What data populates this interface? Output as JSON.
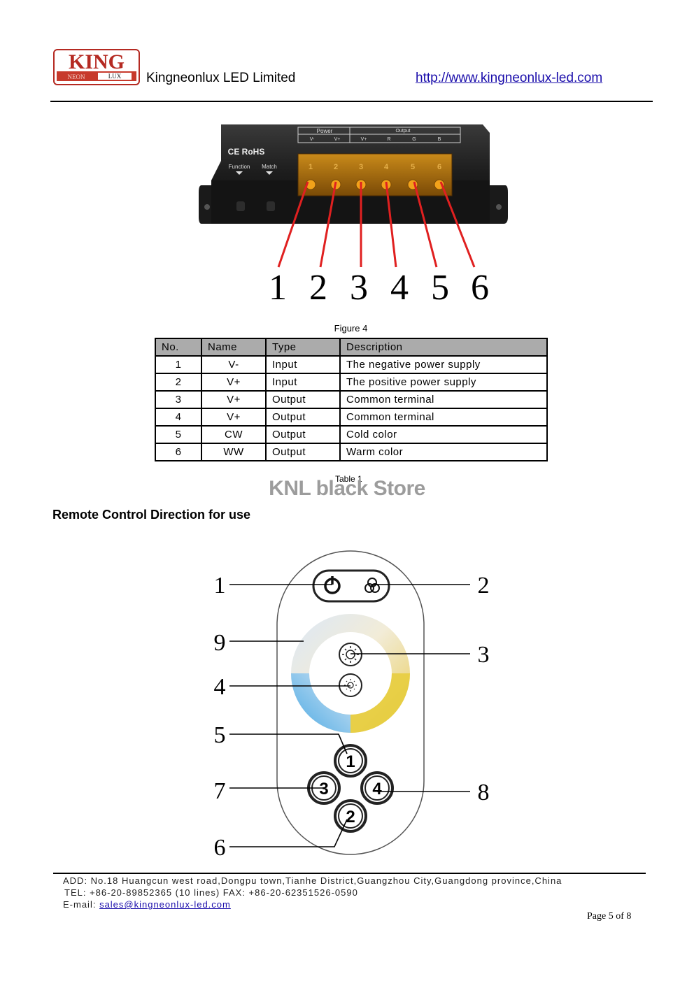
{
  "header": {
    "logo_text": "KING",
    "logo_sub_left": "NEON",
    "logo_sub_right": "LUX",
    "company": "Kingneonlux LED Limited",
    "website": "http://www.kingneonlux-led.com"
  },
  "figure4": {
    "caption": "Figure 4",
    "cert_label": "CE RoHS",
    "function_label": "Function",
    "match_label": "Match",
    "power_label": "Power",
    "output_label": "Output",
    "terminal_labels": [
      "V-",
      "V+",
      "V+",
      "R",
      "G",
      "B"
    ],
    "terminal_numbers": [
      "1",
      "2",
      "3",
      "4",
      "5",
      "6"
    ],
    "callouts": [
      "1",
      "2",
      "3",
      "4",
      "5",
      "6"
    ]
  },
  "table1": {
    "caption": "Table 1",
    "headers": [
      "No.",
      "Name",
      "Type",
      "Description"
    ],
    "rows": [
      [
        "1",
        "V-",
        "Input",
        "The negative power supply"
      ],
      [
        "2",
        "V+",
        "Input",
        "The positive power supply"
      ],
      [
        "3",
        "V+",
        "Output",
        "Common terminal"
      ],
      [
        "4",
        "V+",
        "Output",
        "Common terminal"
      ],
      [
        "5",
        "CW",
        "Output",
        "Cold color"
      ],
      [
        "6",
        "WW",
        "Output",
        "Warm color"
      ]
    ]
  },
  "watermark": "KNL black Store",
  "section_title": "Remote Control Direction for use",
  "remote": {
    "callouts": {
      "c1": "1",
      "c2": "2",
      "c3": "3",
      "c4": "4",
      "c5": "5",
      "c6": "6",
      "c7": "7",
      "c8": "8",
      "c9": "9"
    },
    "button_labels": {
      "b1": "1",
      "b2": "2",
      "b3": "3",
      "b4": "4"
    },
    "ring_colors": {
      "cool": "#5fb2e6",
      "warm": "#e6cc3a"
    }
  },
  "footer": {
    "address": "ADD: No.18 Huangcun west road,Dongpu town,Tianhe District,Guangzhou City,Guangdong province,China",
    "tel": "TEL: +86-20-89852365 (10 lines) FAX: +86-20-62351526-0590",
    "email_label": "E-mail: ",
    "email": "sales@kingneonlux-led.com",
    "page": "Page 5 of 8"
  }
}
